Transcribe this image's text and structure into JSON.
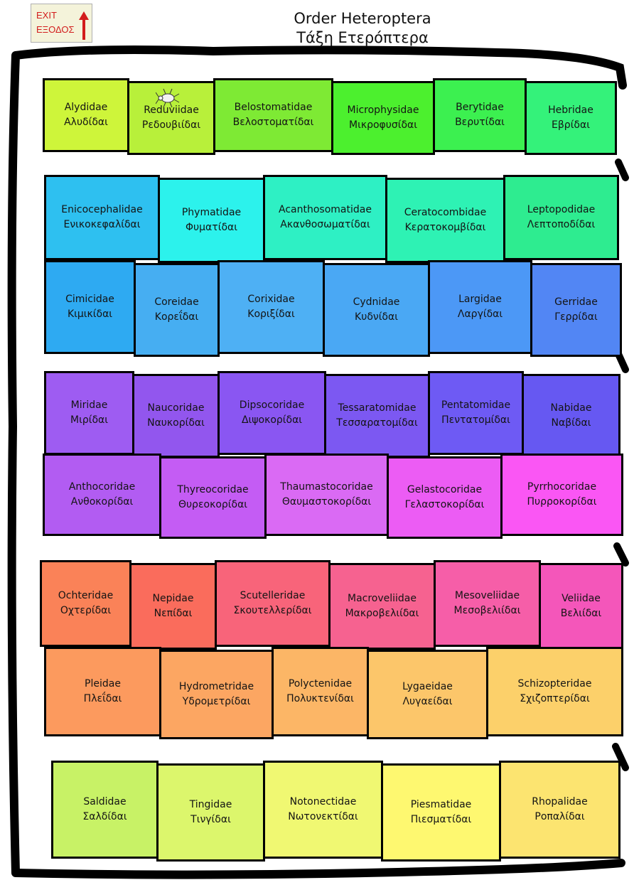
{
  "exit": {
    "line1": "EXIT",
    "line2": "ΕΞΟΔΟΣ"
  },
  "title": {
    "en": "Order Heteroptera",
    "gr": "Τάξη Ετερόπτερα"
  },
  "board": {
    "rows": [
      [
        {
          "en": "Alydidae",
          "gr": "Αλυδίδαι",
          "color": "#cef53a"
        },
        {
          "en": "Reduviidae",
          "gr": "Ρεδουβιίδαι",
          "color": "#b8f03a"
        },
        {
          "en": "Belostomatidae",
          "gr": "Βελοστοματίδαι",
          "color": "#7eea34"
        },
        {
          "en": "Microphysidae",
          "gr": "Μικροφυσίδαι",
          "color": "#4cf02e"
        },
        {
          "en": "Berytidae",
          "gr": "Βερυτίδαι",
          "color": "#3cf050"
        },
        {
          "en": "Hebridae",
          "gr": "Εβρίδαι",
          "color": "#34f27a"
        }
      ],
      [
        {
          "en": "Enicocephalidae",
          "gr": "Ενικοκεφαλίδαι",
          "color": "#2ec0f0"
        },
        {
          "en": "Phymatidae",
          "gr": "Φυματίδαι",
          "color": "#2cf2ec"
        },
        {
          "en": "Acanthosomatidae",
          "gr": "Ακανθοσωματίδαι",
          "color": "#2ef0c4"
        },
        {
          "en": "Ceratocombidae",
          "gr": "Κερατοκομβίδαι",
          "color": "#2ef2b4"
        },
        {
          "en": "Leptopodidae",
          "gr": "Λεπτοποδίδαι",
          "color": "#2eec90"
        }
      ],
      [
        {
          "en": "Cimicidae",
          "gr": "Κιμικίδαι",
          "color": "#2eaaf2"
        },
        {
          "en": "Coreidae",
          "gr": "Κορεΐδαι",
          "color": "#46aef2"
        },
        {
          "en": "Corixidae",
          "gr": "Κοριξίδαι",
          "color": "#4eb0f4"
        },
        {
          "en": "Cydnidae",
          "gr": "Κυδνίδαι",
          "color": "#4aa8f4"
        },
        {
          "en": "Largidae",
          "gr": "Λαργίδαι",
          "color": "#4c98f6"
        },
        {
          "en": "Gerridae",
          "gr": "Γερρίδαι",
          "color": "#5286f4"
        }
      ],
      [
        {
          "en": "Miridae",
          "gr": "Μιρίδαι",
          "color": "#9e5cf2"
        },
        {
          "en": "Naucoridae",
          "gr": "Ναυκορίδαι",
          "color": "#9256ee"
        },
        {
          "en": "Dipsocoridae",
          "gr": "Διψοκορίδαι",
          "color": "#8a56f2"
        },
        {
          "en": "Tessaratomidae",
          "gr": "Τεσσαρατομίδαι",
          "color": "#7c58f2"
        },
        {
          "en": "Pentatomidae",
          "gr": "Πεντατομίδαι",
          "color": "#6e5af4"
        },
        {
          "en": "Nabidae",
          "gr": "Ναβίδαι",
          "color": "#6658f2"
        }
      ],
      [
        {
          "en": "Anthocoridae",
          "gr": "Ανθοκορίδαι",
          "color": "#b25cf2"
        },
        {
          "en": "Thyreocoridae",
          "gr": "Θυρεοκορίδαι",
          "color": "#c45cf4"
        },
        {
          "en": "Thaumastocoridae",
          "gr": "Θαυμαστοκορίδαι",
          "color": "#da6af4"
        },
        {
          "en": "Gelastocoridae",
          "gr": "Γελαστοκορίδαι",
          "color": "#ec5cf4"
        },
        {
          "en": "Pyrrhocoridae",
          "gr": "Πυρροκορίδαι",
          "color": "#fa56f4"
        }
      ],
      [
        {
          "en": "Ochteridae",
          "gr": "Οχτερίδαι",
          "color": "#fa8258"
        },
        {
          "en": "Nepidae",
          "gr": "Νεπίδαι",
          "color": "#fa6c5c"
        },
        {
          "en": "Scutelleridae",
          "gr": "Σκουτελλερίδαι",
          "color": "#f8647a"
        },
        {
          "en": "Macroveliidae",
          "gr": "Μακροβελιίδαι",
          "color": "#f66290"
        },
        {
          "en": "Mesoveliidae",
          "gr": "Μεσοβελιίδαι",
          "color": "#f65ea8"
        },
        {
          "en": "Veliidae",
          "gr": "Βελιίδαι",
          "color": "#f456ba"
        }
      ],
      [
        {
          "en": "Pleidae",
          "gr": "Πλεΐδαι",
          "color": "#fc9a5e"
        },
        {
          "en": "Hydrometridae",
          "gr": "Υδρομετρίδαι",
          "color": "#fca662"
        },
        {
          "en": "Polyctenidae",
          "gr": "Πολυκτενίδαι",
          "color": "#fcb666"
        },
        {
          "en": "Lygaeidae",
          "gr": "Λυγαείδαι",
          "color": "#fcc66a"
        },
        {
          "en": "Schizopteridae",
          "gr": "Σχιζοπτερίδαι",
          "color": "#fcd06a"
        }
      ],
      [
        {
          "en": "Saldidae",
          "gr": "Σαλδίδαι",
          "color": "#c8f266"
        },
        {
          "en": "Tingidae",
          "gr": "Τινγίδαι",
          "color": "#dcf66c"
        },
        {
          "en": "Notonectidae",
          "gr": "Νωτονεκτίδαι",
          "color": "#f0f872"
        },
        {
          "en": "Piesmatidae",
          "gr": "Πιεσματίδαι",
          "color": "#fef870"
        },
        {
          "en": "Rhopalidae",
          "gr": "Ροπαλίδαι",
          "color": "#fce470"
        }
      ]
    ]
  }
}
